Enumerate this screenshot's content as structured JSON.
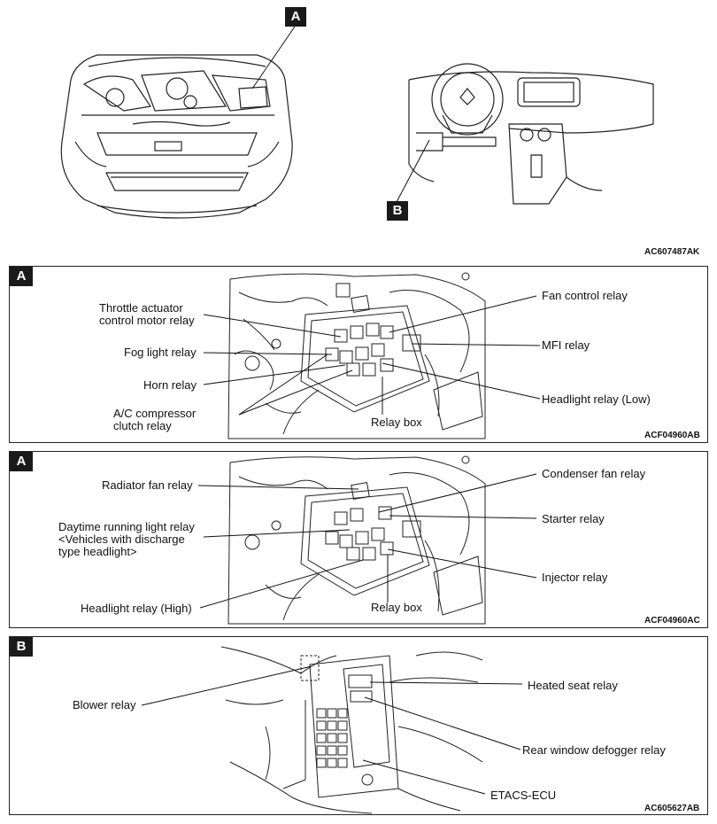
{
  "overview": {
    "marker_a": "A",
    "marker_b": "B",
    "code": "AC607487AK"
  },
  "panel1": {
    "tag": "A",
    "code": "ACF04960AB",
    "labels": {
      "throttle": "Throttle actuator\ncontrol motor relay",
      "fog": "Fog light relay",
      "horn": "Horn relay",
      "ac": "A/C compressor\nclutch relay",
      "fan_control": "Fan control relay",
      "mfi": "MFI relay",
      "headlight_low": "Headlight relay (Low)",
      "relay_box": "Relay box"
    }
  },
  "panel2": {
    "tag": "A",
    "code": "ACF04960AC",
    "labels": {
      "radiator": "Radiator fan relay",
      "daytime": "Daytime running light relay\n<Vehicles with discharge\ntype headlight>",
      "headlight_high": "Headlight relay (High)",
      "condenser": "Condenser fan relay",
      "starter": "Starter relay",
      "injector": "Injector relay",
      "relay_box": "Relay box"
    }
  },
  "panel3": {
    "tag": "B",
    "code": "AC605627AB",
    "labels": {
      "blower": "Blower relay",
      "heated_seat": "Heated seat relay",
      "rear_defogger": "Rear window defogger relay",
      "etacs": "ETACS-ECU"
    }
  }
}
